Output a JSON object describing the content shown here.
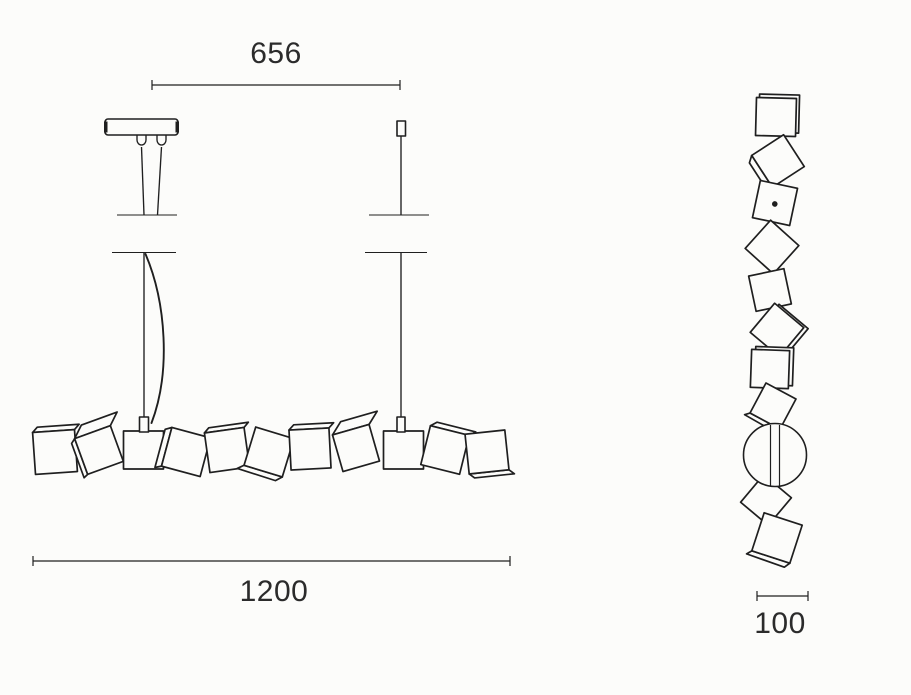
{
  "colors": {
    "background": "#fcfcfa",
    "line": "#1f1f1f",
    "text": "#2b2b2b"
  },
  "views": {
    "front": {
      "dimensions": {
        "suspension_span": {
          "value": "656"
        },
        "fixture_length": {
          "value": "1200"
        }
      }
    },
    "side": {
      "dimensions": {
        "fixture_width": {
          "value": "100"
        }
      }
    }
  }
}
